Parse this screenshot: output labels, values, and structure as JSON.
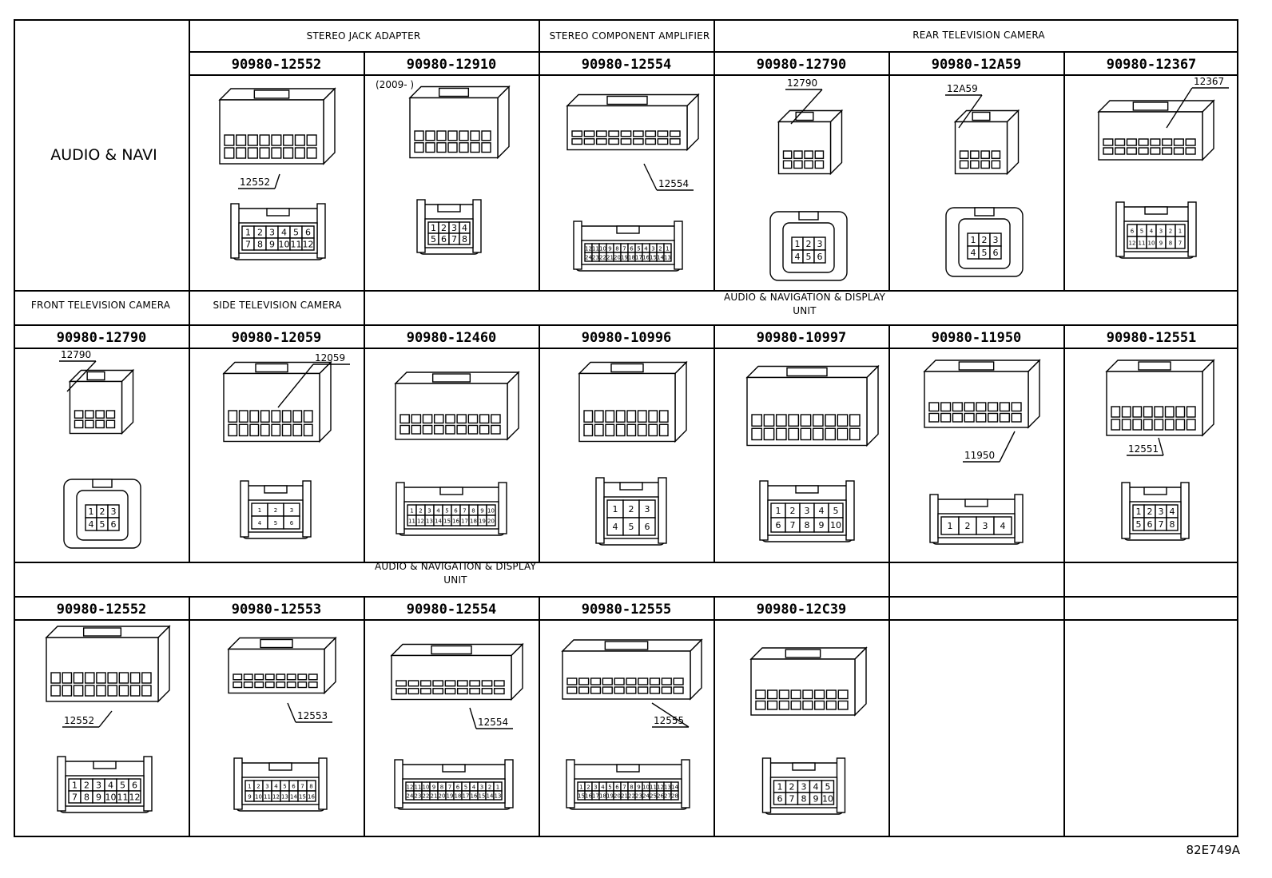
{
  "title": "AUDIO & NAVI",
  "figure_ref": "82E749A",
  "groups": {
    "stereo_jack": "STEREO JACK ADAPTER",
    "stereo_amp": "STEREO COMPONENT AMPLIFIER",
    "rear_camera": "REAR TELEVISION CAMERA",
    "front_camera": "FRONT TELEVISION CAMERA",
    "side_camera": "SIDE TELEVISION CAMERA",
    "display_unit_1": "AUDIO & NAVIGATION & DISPLAY",
    "display_unit_2": "UNIT"
  },
  "row1": [
    {
      "part": "90980-12552",
      "code": "12552",
      "pins": [
        "1",
        "2",
        "3",
        "4",
        "5",
        "6",
        "7",
        "8",
        "9",
        "10",
        "11",
        "12"
      ]
    },
    {
      "part": "90980-12910",
      "note": "(2009-      )",
      "pins": [
        "1",
        "2",
        "3",
        "4",
        "5",
        "6",
        "7",
        "8"
      ]
    },
    {
      "part": "90980-12554",
      "code": "12554",
      "pins": [
        "12",
        "11",
        "10",
        "9",
        "8",
        "7",
        "6",
        "5",
        "4",
        "3",
        "2",
        "1",
        "24",
        "23",
        "22",
        "21",
        "20",
        "19",
        "18",
        "17",
        "16",
        "15",
        "14",
        "13"
      ]
    },
    {
      "part": "90980-12790",
      "code": "12790",
      "pins": [
        "1",
        "2",
        "3",
        "4",
        "5",
        "6"
      ]
    },
    {
      "part": "90980-12A59",
      "code": "12A59",
      "pins": [
        "1",
        "2",
        "3",
        "4",
        "5",
        "6"
      ]
    },
    {
      "part": "90980-12367",
      "code": "12367",
      "pins": [
        "6",
        "5",
        "4",
        "3",
        "2",
        "1",
        "12",
        "11",
        "10",
        "9",
        "8",
        "7"
      ]
    }
  ],
  "row2": [
    {
      "part": "90980-12790",
      "code": "12790",
      "pins": [
        "1",
        "2",
        "3",
        "4",
        "5",
        "6"
      ]
    },
    {
      "part": "90980-12059",
      "code": "12059",
      "pins": [
        "1",
        "2",
        "3",
        "4",
        "5",
        "6"
      ]
    },
    {
      "part": "90980-12460",
      "pins": [
        "1",
        "2",
        "3",
        "4",
        "5",
        "6",
        "7",
        "8",
        "9",
        "10",
        "11",
        "12",
        "13",
        "14",
        "15",
        "16",
        "17",
        "18",
        "19",
        "20"
      ]
    },
    {
      "part": "90980-10996",
      "pins": [
        "1",
        "2",
        "3",
        "4",
        "5",
        "6"
      ]
    },
    {
      "part": "90980-10997",
      "pins": [
        "1",
        "2",
        "3",
        "4",
        "5",
        "6",
        "7",
        "8",
        "9",
        "10"
      ]
    },
    {
      "part": "90980-11950",
      "code": "11950",
      "pins": [
        "1",
        "2",
        "3",
        "4"
      ]
    },
    {
      "part": "90980-12551",
      "code": "12551",
      "pins": [
        "1",
        "2",
        "3",
        "4",
        "5",
        "6",
        "7",
        "8"
      ]
    }
  ],
  "row3": [
    {
      "part": "90980-12552",
      "code": "12552",
      "pins": [
        "1",
        "2",
        "3",
        "4",
        "5",
        "6",
        "7",
        "8",
        "9",
        "10",
        "11",
        "12"
      ]
    },
    {
      "part": "90980-12553",
      "code": "12553",
      "pins": [
        "1",
        "2",
        "3",
        "4",
        "5",
        "6",
        "7",
        "8",
        "9",
        "10",
        "11",
        "12",
        "13",
        "14",
        "15",
        "16"
      ]
    },
    {
      "part": "90980-12554",
      "code": "12554",
      "pins": [
        "12",
        "11",
        "10",
        "9",
        "8",
        "7",
        "6",
        "5",
        "4",
        "3",
        "2",
        "1",
        "24",
        "23",
        "22",
        "21",
        "20",
        "19",
        "18",
        "17",
        "16",
        "15",
        "14",
        "13"
      ]
    },
    {
      "part": "90980-12555",
      "code": "12555",
      "pins": [
        "1",
        "2",
        "3",
        "4",
        "5",
        "6",
        "7",
        "8",
        "9",
        "10",
        "11",
        "12",
        "13",
        "14",
        "15",
        "16",
        "17",
        "18",
        "19",
        "20",
        "21",
        "22",
        "23",
        "24",
        "25",
        "26",
        "27",
        "28"
      ]
    },
    {
      "part": "90980-12C39",
      "pins": [
        "1",
        "2",
        "3",
        "4",
        "5",
        "6",
        "7",
        "8",
        "9",
        "10"
      ]
    }
  ]
}
